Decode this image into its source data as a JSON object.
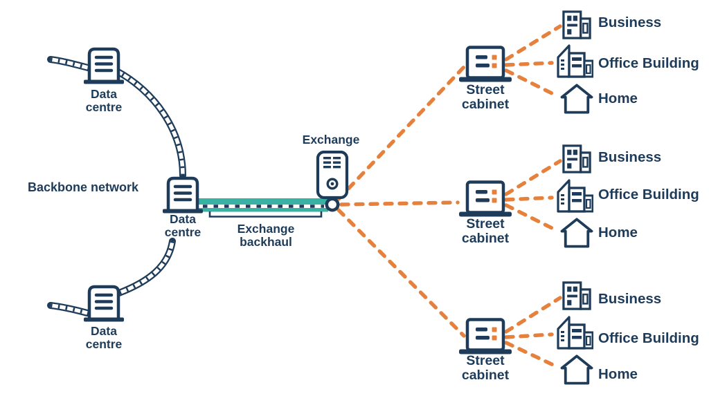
{
  "colors": {
    "navy": "#1e3c5a",
    "orange": "#e5813c",
    "teal": "#38b2a3",
    "background": "#ffffff"
  },
  "backbone_network": {
    "label": "Backbone network"
  },
  "data_centres": [
    {
      "label_line1": "Data",
      "label_line2": "centre"
    },
    {
      "label_line1": "Data",
      "label_line2": "centre"
    },
    {
      "label_line1": "Data",
      "label_line2": "centre"
    }
  ],
  "exchange": {
    "label": "Exchange"
  },
  "exchange_backhaul": {
    "label_line1": "Exchange",
    "label_line2": "backhaul"
  },
  "access_groups": [
    {
      "street_cabinet": {
        "label_line1": "Street",
        "label_line2": "cabinet"
      },
      "premises": [
        {
          "label": "Business"
        },
        {
          "label": "Office Building"
        },
        {
          "label": "Home"
        }
      ]
    },
    {
      "street_cabinet": {
        "label_line1": "Street",
        "label_line2": "cabinet"
      },
      "premises": [
        {
          "label": "Business"
        },
        {
          "label": "Office Building"
        },
        {
          "label": "Home"
        }
      ]
    },
    {
      "street_cabinet": {
        "label_line1": "Street",
        "label_line2": "cabinet"
      },
      "premises": [
        {
          "label": "Business"
        },
        {
          "label": "Office Building"
        },
        {
          "label": "Home"
        }
      ]
    }
  ]
}
